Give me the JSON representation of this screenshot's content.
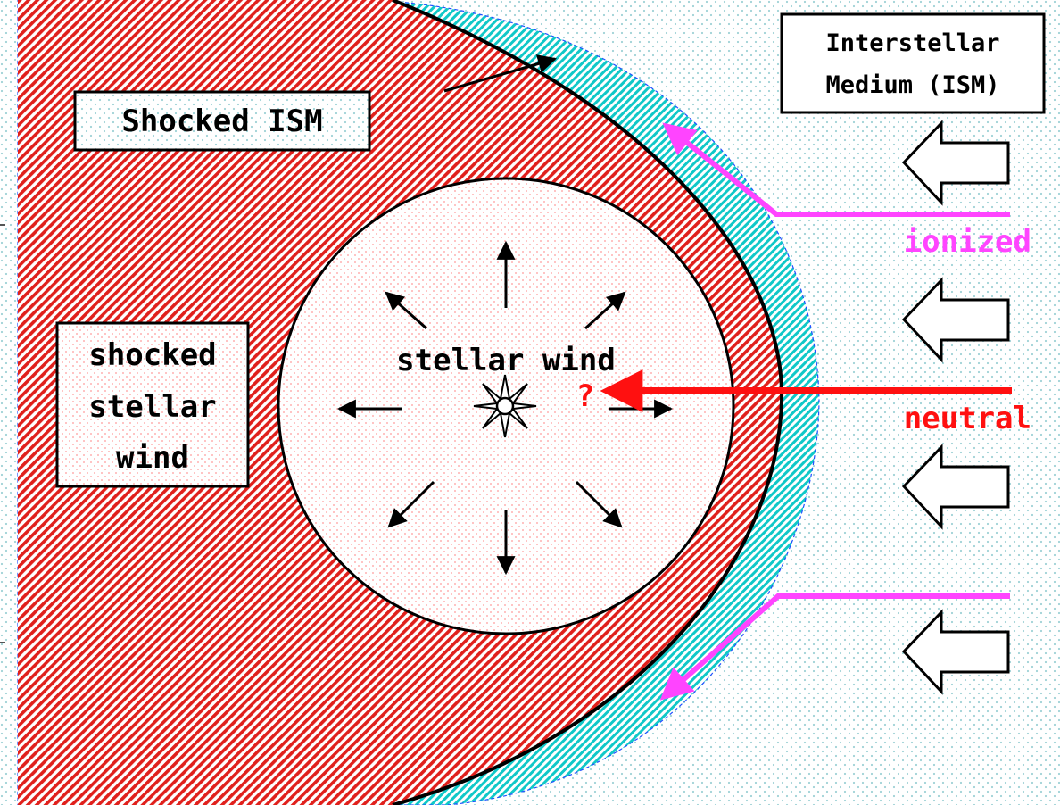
{
  "labels": {
    "shocked_ism": "Shocked ISM",
    "ism_line1": "Interstellar",
    "ism_line2": "Medium (ISM)",
    "shocked_wind_line1": "shocked",
    "shocked_wind_line2": "stellar",
    "shocked_wind_line3": "wind",
    "stellar_wind": "stellar wind",
    "question_mark": "?",
    "ionized": "ionized",
    "neutral": "neutral"
  },
  "icons": {
    "star": "star-icon",
    "flow_arrow": "hollow-left-arrow-icon"
  },
  "colors": {
    "shocked_wind_hatch": "#e0201c",
    "shocked_ism_hatch": "#10c8c8",
    "ism_dots": "#9fd2d6",
    "wind_dots": "#ff9a9a",
    "ionized": "#ff44ff",
    "neutral": "#ff1010",
    "outline": "#000000"
  }
}
